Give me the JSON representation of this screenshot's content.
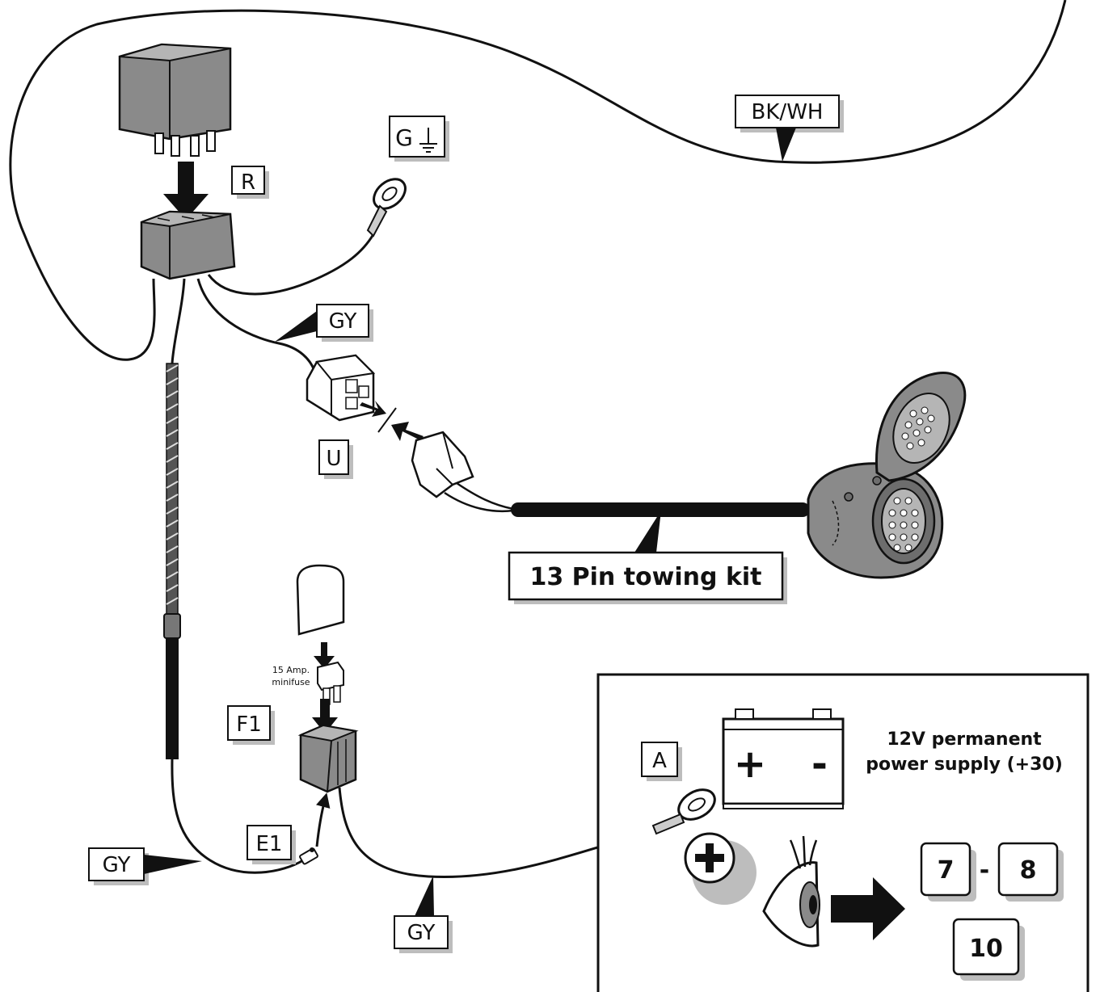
{
  "labels": {
    "relay": "R",
    "ground": "G",
    "black_white_wire": "BK/WH",
    "grey_wire_top": "GY",
    "connector": "U",
    "towing_kit": "13 Pin towing kit",
    "fuse_rating_line1": "15 Amp.",
    "fuse_rating_line2": "minifuse",
    "fuse_holder": "F1",
    "splice": "E1",
    "grey_wire_left": "GY",
    "grey_wire_bottom": "GY",
    "battery_terminal": "A",
    "battery_plus": "+",
    "battery_minus": "-",
    "power_line1": "12V permanent",
    "power_line2": "power supply (+30)",
    "pin_7": "7",
    "pin_dash": "-",
    "pin_8": "8",
    "pin_10": "10"
  },
  "colors": {
    "ink": "#111111",
    "component_fill": "#8a8a8a",
    "component_dark": "#6d6d6d",
    "component_light": "#b5b5b5",
    "label_shadow": "#bdbdbd",
    "paper": "#ffffff"
  }
}
